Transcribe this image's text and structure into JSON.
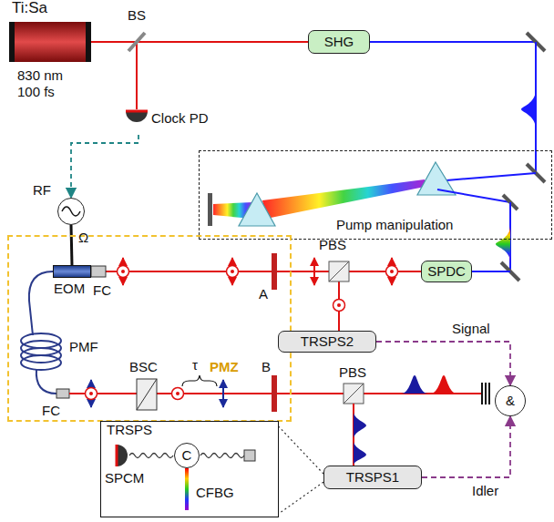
{
  "diagram": {
    "nodes": [
      {
        "text": [
          "Ti:Sa",
          "830 nm 100 fs"
        ]
      },
      {
        "text": [
          "SHG"
        ]
      },
      {
        "text": [
          "Pump manipulation"
        ]
      },
      {
        "text": [
          "Clock PD"
        ]
      },
      {
        "text": [
          "RF"
        ]
      },
      {
        "text": [
          "PMZ"
        ]
      },
      {
        "text": [
          "EOM"
        ],
        "in": 5
      },
      {
        "text": [
          "SPDC"
        ]
      },
      {
        "text": [
          "TRSPS2"
        ]
      },
      {
        "text": [
          "TRSPS1"
        ]
      },
      {
        "text": [
          "&"
        ]
      },
      {
        "text": [
          "TRSPS",
          "SPCM",
          "CFBG"
        ]
      },
      {
        "text": [
          "C"
        ],
        "in": 11
      }
    ],
    "edges": [
      {
        "from": 3,
        "to": 4,
        "arrow": "to"
      },
      {
        "from": 4,
        "to": 6,
        "arrow": "none",
        "label": "Ω"
      },
      {
        "from": 8,
        "to": 10,
        "arrow": "to",
        "label": "Signal"
      },
      {
        "from": 9,
        "to": 10,
        "arrow": "to",
        "label": "Idler"
      },
      {
        "from": 9,
        "to": 11,
        "arrow": "none"
      },
      {
        "from": 9,
        "to": 11,
        "arrow": "none"
      }
    ],
    "labels": [
      "BS",
      "PBS",
      "A",
      "PMF",
      "FC",
      "FC",
      "BSC",
      "τ",
      "B",
      "PBS"
    ]
  }
}
